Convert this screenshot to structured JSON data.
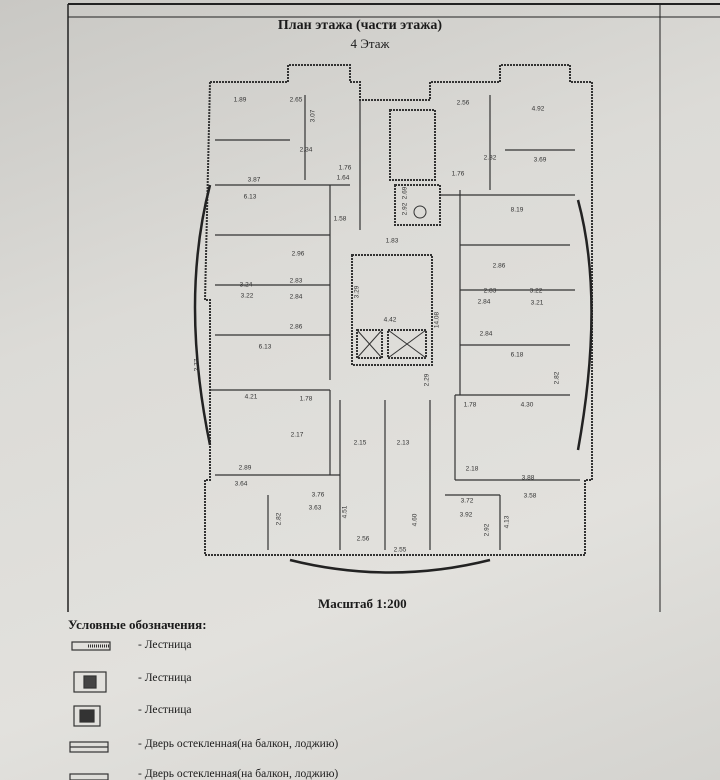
{
  "document": {
    "title": "План этажа (части этажа)",
    "floor": "4 Этаж",
    "scale": "Масштаб 1:200"
  },
  "legend": {
    "heading": "Условные обозначения:",
    "items": [
      {
        "icon": "stair-straight-icon",
        "label": "- Лестница"
      },
      {
        "icon": "stair-box-icon",
        "label": "- Лестница"
      },
      {
        "icon": "stair-filled-icon",
        "label": "- Лестница"
      },
      {
        "icon": "glazed-door-icon",
        "label": "- Дверь остекленная(на балкон, лоджию)"
      },
      {
        "icon": "glazed-door-icon",
        "label": "- Дверь остекленная(на балкон, лоджию)"
      }
    ]
  },
  "plan": {
    "dimensions": [
      "1.89",
      "2.65",
      "3.07",
      "2.34",
      "1.76",
      "1.64",
      "3.87",
      "6.13",
      "1.58",
      "1.83",
      "2.69",
      "2.92",
      "2.56",
      "4.92",
      "2.32",
      "1.76",
      "3.69",
      "8.19",
      "2.96",
      "3.24",
      "2.83",
      "3.22",
      "2.84",
      "2.86",
      "6.13",
      "2.77",
      "3.29",
      "4.42",
      "14.08",
      "2.29",
      "2.86",
      "2.83",
      "3.22",
      "2.84",
      "3.21",
      "2.84",
      "6.18",
      "2.82",
      "4.21",
      "1.78",
      "2.17",
      "2.89",
      "3.64",
      "3.76",
      "3.63",
      "2.82",
      "4.51",
      "2.56",
      "2.15",
      "2.13",
      "2.55",
      "1.78",
      "4.30",
      "2.18",
      "3.88",
      "3.58",
      "3.72",
      "3.92",
      "2.92",
      "4.13",
      "4.60"
    ]
  }
}
